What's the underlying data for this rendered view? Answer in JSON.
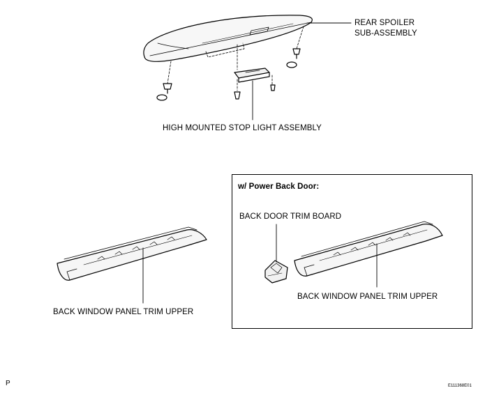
{
  "labels": {
    "rear_spoiler": "REAR SPOILER",
    "rear_spoiler_sub": "SUB-ASSEMBLY",
    "stop_light": "HIGH MOUNTED STOP LIGHT ASSEMBLY",
    "back_window_left": "BACK WINDOW PANEL TRIM UPPER",
    "power_back_door": "w/ Power Back Door:",
    "back_door_trim": "BACK DOOR TRIM BOARD",
    "back_window_right": "BACK WINDOW PANEL TRIM UPPER"
  },
  "corner_letter": "P",
  "figure_code": "E111368E01"
}
